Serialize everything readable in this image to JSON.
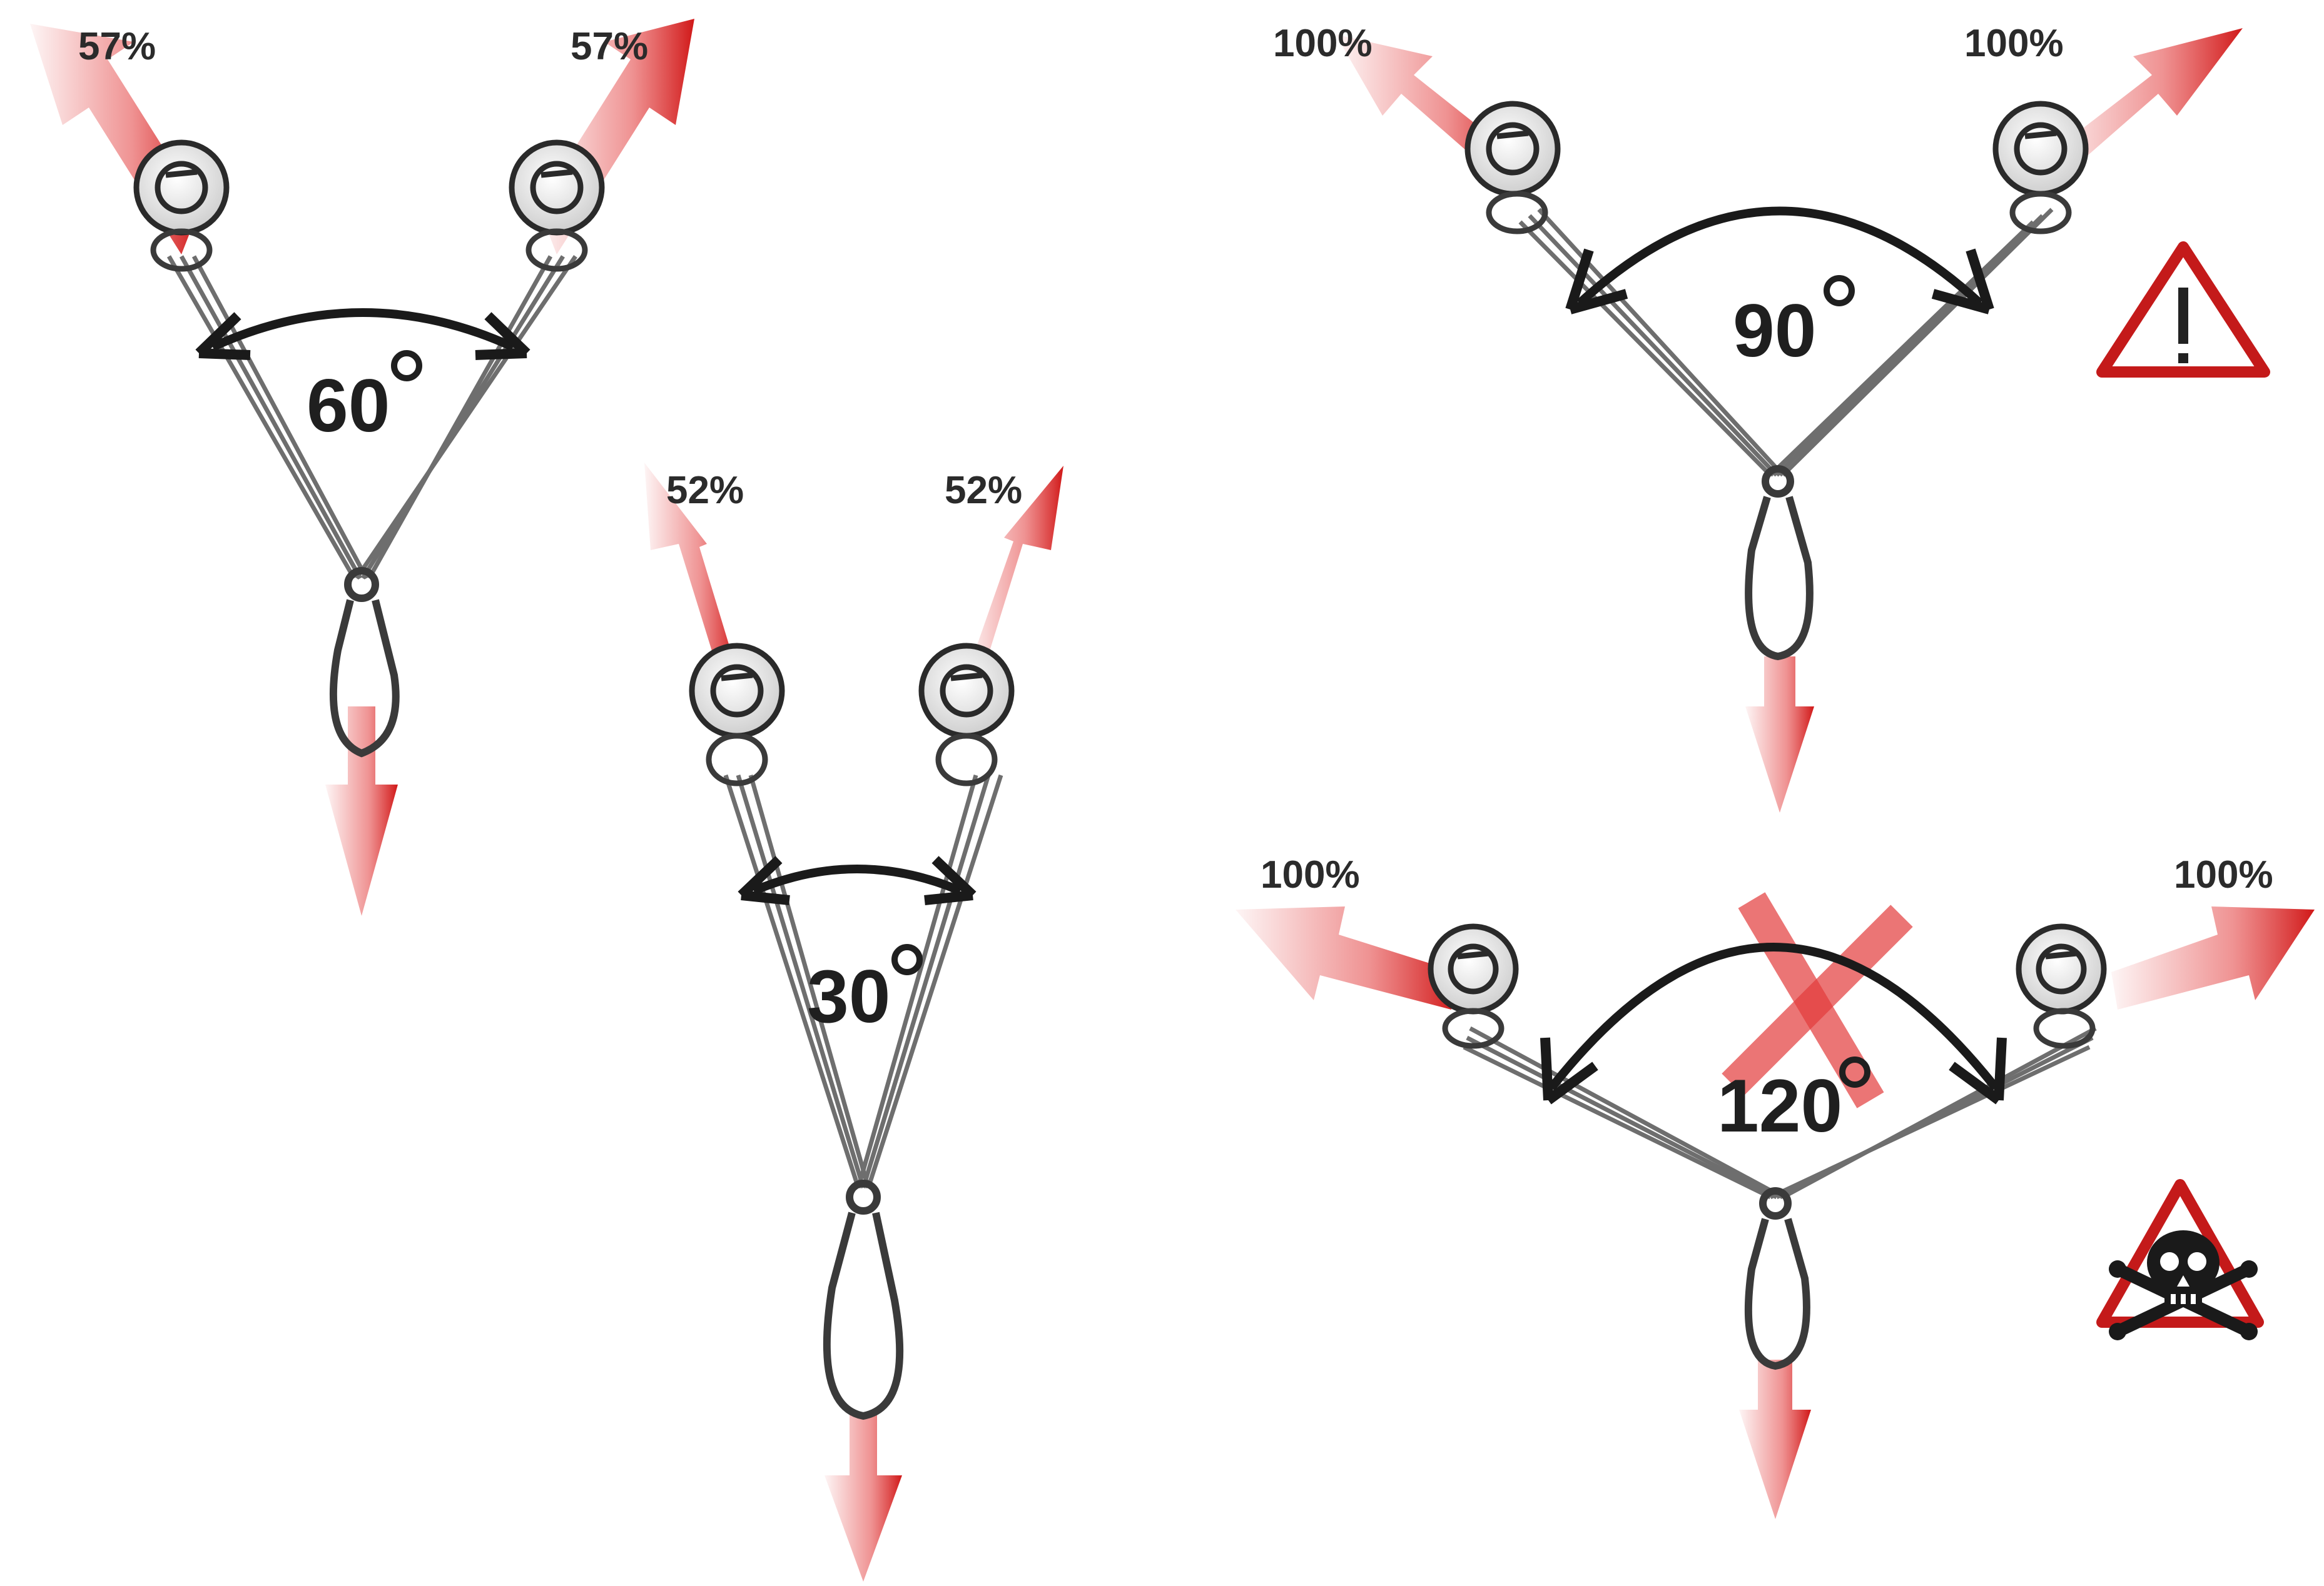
{
  "diagrams": [
    {
      "id": "sixty",
      "angle_label": "60",
      "left_load": "57%",
      "right_load": "57%"
    },
    {
      "id": "thirty",
      "angle_label": "30",
      "left_load": "52%",
      "right_load": "52%"
    },
    {
      "id": "ninety",
      "angle_label": "90",
      "left_load": "100%",
      "right_load": "100%"
    },
    {
      "id": "onetwenty",
      "angle_label": "120",
      "left_load": "100%",
      "right_load": "100%"
    }
  ],
  "icons": {
    "anchor": "anchor-bolt-icon",
    "carabiner": "carabiner-icon",
    "warning": "warning-triangle-icon",
    "danger": "skull-crossbones-icon",
    "cross": "red-x-cross-icon"
  },
  "colors": {
    "force_arrow": "#e23a3a",
    "warning_red": "#c41a1a",
    "sling": "#7a7a7a",
    "angle_arrow": "#1a1a1a"
  }
}
